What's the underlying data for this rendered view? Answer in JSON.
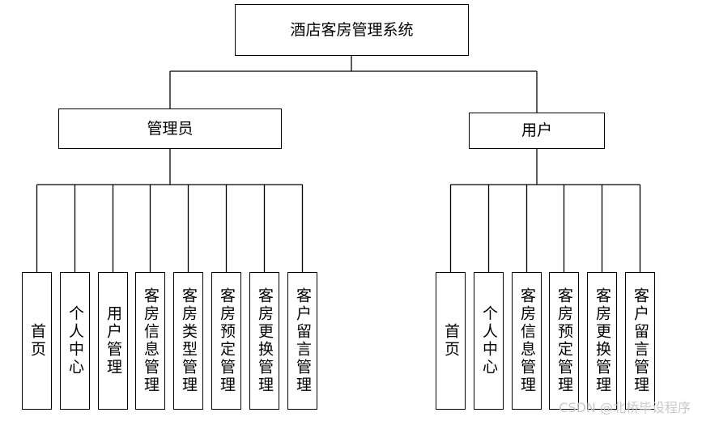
{
  "root": {
    "label": "酒店客房管理系统"
  },
  "branches": [
    {
      "label": "管理员",
      "children": [
        "首页",
        "个人中心",
        "用户管理",
        "客房信息管理",
        "客房类型管理",
        "客房预定管理",
        "客房更换管理",
        "客户留言管理"
      ]
    },
    {
      "label": "用户",
      "children": [
        "首页",
        "个人中心",
        "客房信息管理",
        "客房预定管理",
        "客房更换管理",
        "客户留言管理"
      ]
    }
  ],
  "watermark": "CSDN @北桥毕设程序"
}
